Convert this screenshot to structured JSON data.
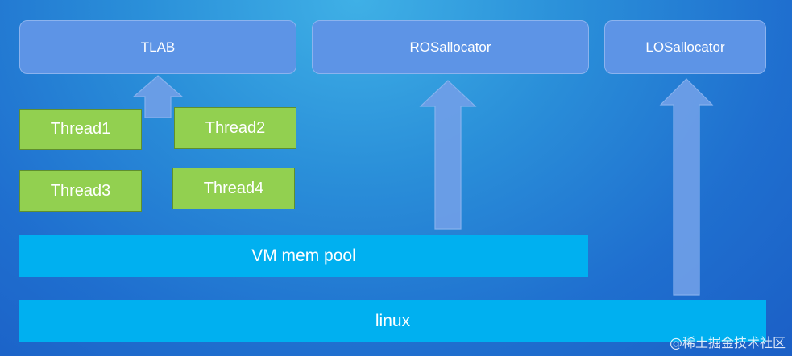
{
  "allocators": {
    "tlab": "TLAB",
    "ros": "ROSallocator",
    "los": "LOSallocator"
  },
  "threads": {
    "t1": "Thread1",
    "t2": "Thread2",
    "t3": "Thread3",
    "t4": "Thread4"
  },
  "layers": {
    "vm_pool": "VM mem pool",
    "linux": "linux"
  },
  "watermark": "@稀土掘金技术社区",
  "colors": {
    "allocator": "#5d94e6",
    "thread": "#92d050",
    "pool": "#00b0f0",
    "arrow": "#6f9fe8"
  }
}
